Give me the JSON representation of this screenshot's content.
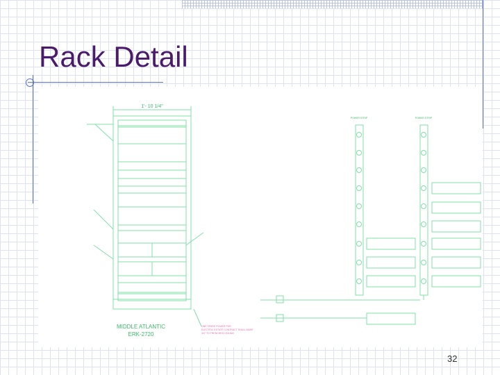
{
  "slide": {
    "title": "Rack Detail",
    "page_number": "32"
  },
  "drawing": {
    "rack_width": "1'- 10 1/4\"",
    "rack_name": [
      "MIDDLE ATLANTIC",
      "ERK-2720"
    ],
    "power_strip_labels": [
      "POWER STRIP",
      "POWER STRIP"
    ],
    "footnote": [
      "ONE SPARE POWER PDR",
      "ELECTRIC ESTATE CONTRACT SHALL MAKE",
      "3/4\" TO TRENCHED CEILING"
    ]
  }
}
